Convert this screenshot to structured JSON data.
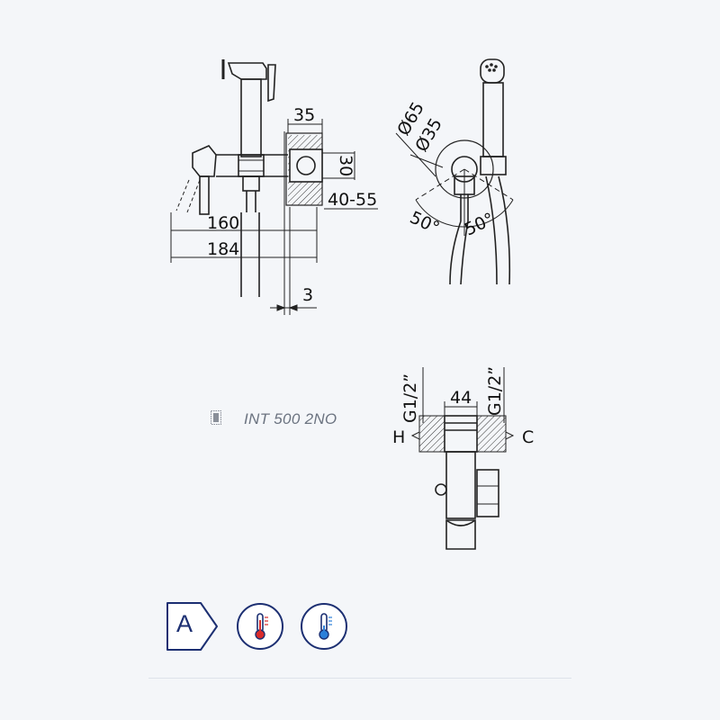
{
  "dimensions": {
    "front_width": "35",
    "front_height": "30",
    "wall_depth": "40-55",
    "length_inner": "160",
    "length_outer": "184",
    "offset": "3",
    "rosette_outer": "Ø65",
    "rosette_inner": "Ø35",
    "angle_left": "50°",
    "angle_right": "50°",
    "body_width": "44",
    "thread_left": "G1/2”",
    "thread_right": "G1/2”",
    "hot_label": "H",
    "cold_label": "C"
  },
  "model": {
    "code": "INT 500 2NO",
    "icon": "built-in-body-icon"
  },
  "badges": {
    "energy_class": "A",
    "hot_icon": "thermometer-hot-icon",
    "cold_icon": "thermometer-cold-icon",
    "hot_color": "#d92b2b",
    "cold_color": "#2b7fd9",
    "badge_color": "#1c2f72"
  }
}
